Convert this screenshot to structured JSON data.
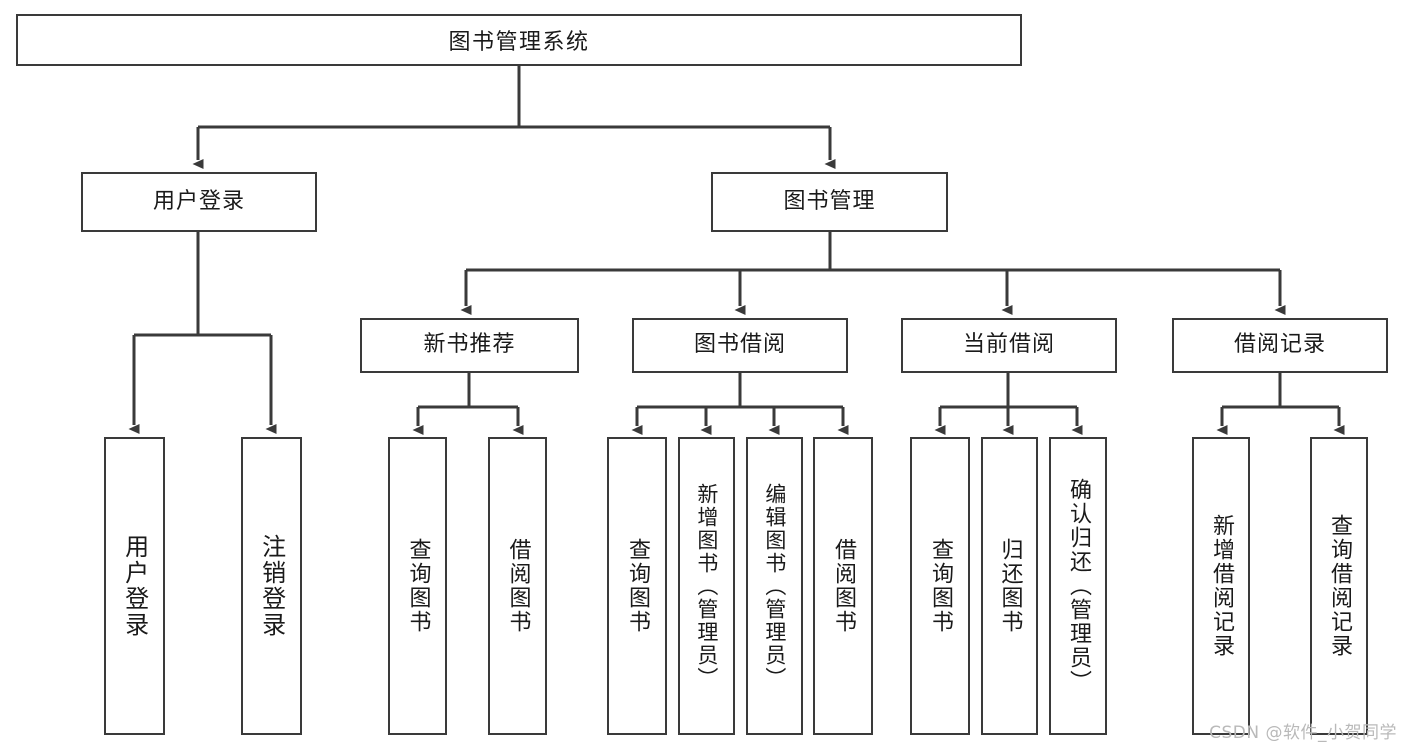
{
  "diagram": {
    "title": "图书管理系统",
    "watermark": "CSDN @软件_小贺同学",
    "line_color": "#3a3a3a",
    "text_color": "#1a1a1a",
    "background": "#ffffff",
    "root": {
      "label": "图书管理系统"
    },
    "level2": [
      {
        "label": "用户登录"
      },
      {
        "label": "图书管理"
      }
    ],
    "level3": [
      {
        "label": "新书推荐"
      },
      {
        "label": "图书借阅"
      },
      {
        "label": "当前借阅"
      },
      {
        "label": "借阅记录"
      }
    ],
    "leaves": {
      "user_login": [
        {
          "label": "用户登录"
        },
        {
          "label": "注销登录"
        }
      ],
      "new_book": [
        {
          "label": "查询图书"
        },
        {
          "label": "借阅图书"
        }
      ],
      "borrow": [
        {
          "label": "查询图书"
        },
        {
          "label": "新增图书（管理员）"
        },
        {
          "label": "编辑图书（管理员）"
        },
        {
          "label": "借阅图书"
        }
      ],
      "current": [
        {
          "label": "查询图书"
        },
        {
          "label": "归还图书"
        },
        {
          "label": "确认归还（管理员）"
        }
      ],
      "records": [
        {
          "label": "新增借阅记录"
        },
        {
          "label": "查询借阅记录"
        }
      ]
    }
  }
}
